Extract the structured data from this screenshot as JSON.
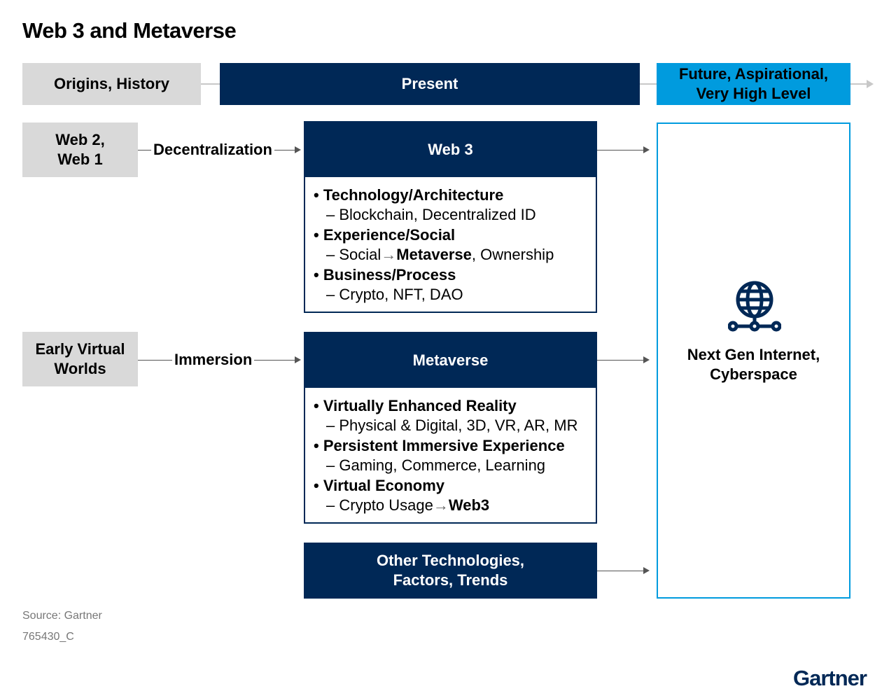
{
  "title": "Web 3 and Metaverse",
  "timeline": {
    "origins": "Origins, History",
    "present": "Present",
    "future_line1": "Future, Aspirational,",
    "future_line2": "Very High Level"
  },
  "sources": {
    "web_line1": "Web 2,",
    "web_line2": "Web 1",
    "worlds_line1": "Early Virtual",
    "worlds_line2": "Worlds"
  },
  "connectors": {
    "decentralization": "Decentralization",
    "immersion": "Immersion"
  },
  "web3_box": {
    "heading": "Web 3",
    "items": [
      {
        "bullet": "Technology/Architecture",
        "sub": "Blockchain, Decentralized ID"
      },
      {
        "bullet": "Experience/Social",
        "sub_pre": "Social",
        "sub_bold": "Metaverse",
        "sub_post": ", Ownership"
      },
      {
        "bullet": "Business/Process",
        "sub": "Crypto, NFT, DAO"
      }
    ]
  },
  "metaverse_box": {
    "heading": "Metaverse",
    "items": [
      {
        "bullet": "Virtually Enhanced Reality",
        "sub": "Physical & Digital, 3D, VR, AR, MR"
      },
      {
        "bullet": "Persistent Immersive Experience",
        "sub": "Gaming, Commerce, Learning"
      },
      {
        "bullet": "Virtual Economy",
        "sub_pre": "Crypto Usage",
        "sub_bold": "Web3"
      }
    ]
  },
  "other_box": {
    "line1": "Other Technologies,",
    "line2": "Factors, Trends"
  },
  "future_box": {
    "icon": "globe-network-icon",
    "line1": "Next Gen Internet,",
    "line2": "Cyberspace"
  },
  "footer": {
    "source": "Source: Gartner",
    "id": "765430_C",
    "brand": "Gartner"
  },
  "colors": {
    "navy": "#002856",
    "cyan": "#009bde",
    "gray": "#d9d9d9"
  }
}
